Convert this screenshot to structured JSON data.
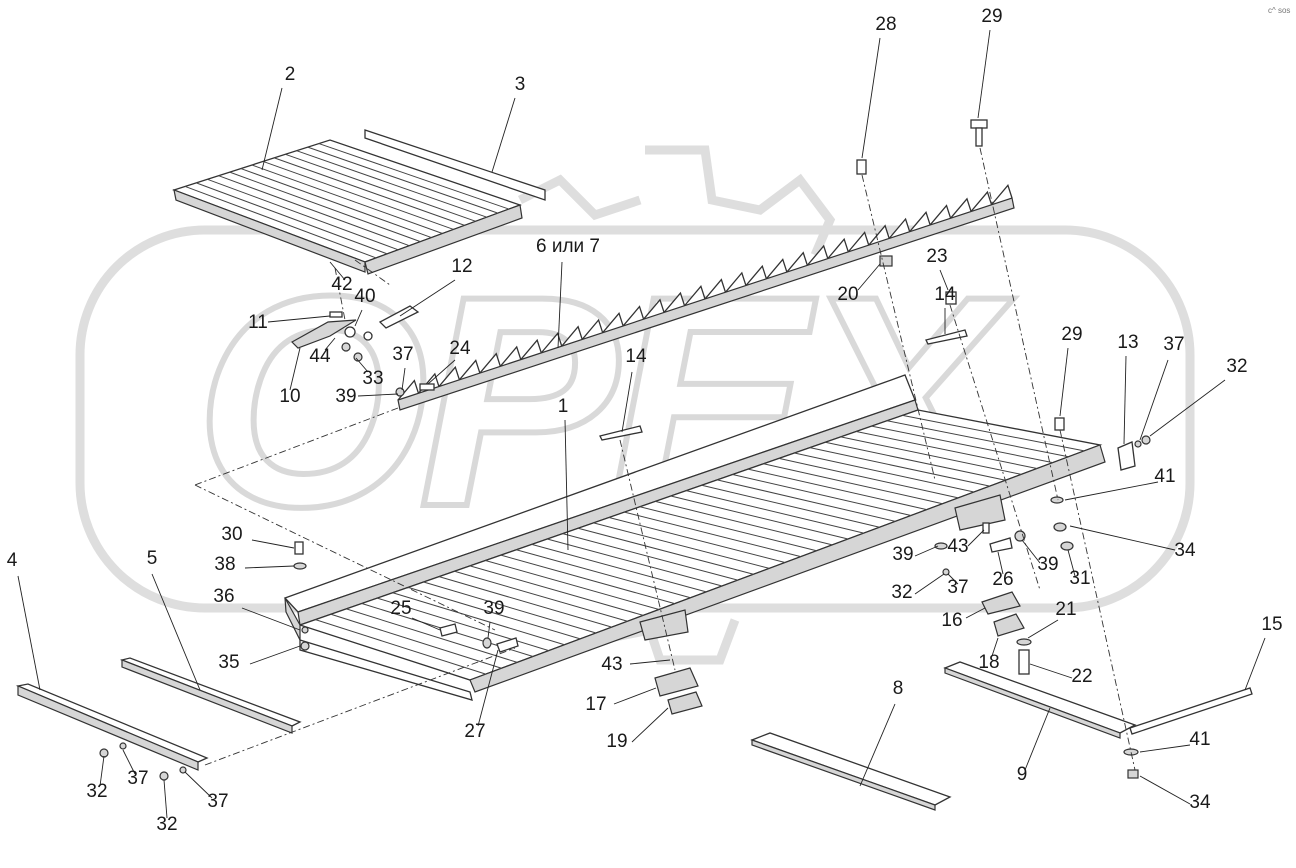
{
  "diagram": {
    "corner_code": "c^ sos",
    "watermark": "OPEX",
    "callouts": [
      {
        "id": "c2",
        "text": "2"
      },
      {
        "id": "c3",
        "text": "3"
      },
      {
        "id": "c6or7",
        "text": "6 или 7"
      },
      {
        "id": "c12",
        "text": "12"
      },
      {
        "id": "c42",
        "text": "42"
      },
      {
        "id": "c40",
        "text": "40"
      },
      {
        "id": "c11",
        "text": "11"
      },
      {
        "id": "c44",
        "text": "44"
      },
      {
        "id": "c33",
        "text": "33"
      },
      {
        "id": "c37a",
        "text": "37"
      },
      {
        "id": "c24",
        "text": "24"
      },
      {
        "id": "c10",
        "text": "10"
      },
      {
        "id": "c39a",
        "text": "39"
      },
      {
        "id": "c1",
        "text": "1"
      },
      {
        "id": "c14a",
        "text": "14"
      },
      {
        "id": "c28",
        "text": "28"
      },
      {
        "id": "c29a",
        "text": "29"
      },
      {
        "id": "c20",
        "text": "20"
      },
      {
        "id": "c23",
        "text": "23"
      },
      {
        "id": "c14b",
        "text": "14"
      },
      {
        "id": "c29b",
        "text": "29"
      },
      {
        "id": "c13",
        "text": "13"
      },
      {
        "id": "c37b",
        "text": "37"
      },
      {
        "id": "c32a",
        "text": "32"
      },
      {
        "id": "c41a",
        "text": "41"
      },
      {
        "id": "c34a",
        "text": "34"
      },
      {
        "id": "c39b",
        "text": "39"
      },
      {
        "id": "c43a",
        "text": "43"
      },
      {
        "id": "c39c",
        "text": "39"
      },
      {
        "id": "c26",
        "text": "26"
      },
      {
        "id": "c31",
        "text": "31"
      },
      {
        "id": "c37c",
        "text": "37"
      },
      {
        "id": "c32b",
        "text": "32"
      },
      {
        "id": "c16",
        "text": "16"
      },
      {
        "id": "c21",
        "text": "21"
      },
      {
        "id": "c18",
        "text": "18"
      },
      {
        "id": "c22",
        "text": "22"
      },
      {
        "id": "c15",
        "text": "15"
      },
      {
        "id": "c9",
        "text": "9"
      },
      {
        "id": "c41b",
        "text": "41"
      },
      {
        "id": "c34b",
        "text": "34"
      },
      {
        "id": "c8",
        "text": "8"
      },
      {
        "id": "c30",
        "text": "30"
      },
      {
        "id": "c38",
        "text": "38"
      },
      {
        "id": "c36",
        "text": "36"
      },
      {
        "id": "c25",
        "text": "25"
      },
      {
        "id": "c39d",
        "text": "39"
      },
      {
        "id": "c35",
        "text": "35"
      },
      {
        "id": "c43b",
        "text": "43"
      },
      {
        "id": "c17",
        "text": "17"
      },
      {
        "id": "c19",
        "text": "19"
      },
      {
        "id": "c27",
        "text": "27"
      },
      {
        "id": "c4",
        "text": "4"
      },
      {
        "id": "c5",
        "text": "5"
      },
      {
        "id": "c32c",
        "text": "32"
      },
      {
        "id": "c37d",
        "text": "37"
      },
      {
        "id": "c37e",
        "text": "37"
      },
      {
        "id": "c32d",
        "text": "32"
      }
    ]
  }
}
